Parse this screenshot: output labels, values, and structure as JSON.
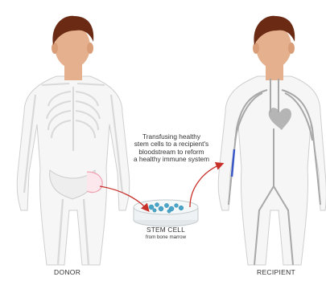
{
  "caption": {
    "text": "Transfusing healthy\nstem cells to a recipient's\nbloodstream to reform\na healthy immune system"
  },
  "dish": {
    "title": "STEM CELL",
    "subtitle": "from bone marrow"
  },
  "labels": {
    "donor": "DONOR",
    "recipient": "RECIPIENT"
  },
  "colors": {
    "hair": "#6a2a14",
    "skin": "#e5b08d",
    "body_outline": "#cfcfcf",
    "bones": "#d9d9d9",
    "vessels": "#a8a8a8",
    "arrow": "#c8302a",
    "cells": "#4aa6c9",
    "vein_highlight": "#3a57c6"
  },
  "icons": {
    "donor": "human-skeleton-figure",
    "recipient": "human-circulatory-figure",
    "dish": "petri-dish"
  }
}
